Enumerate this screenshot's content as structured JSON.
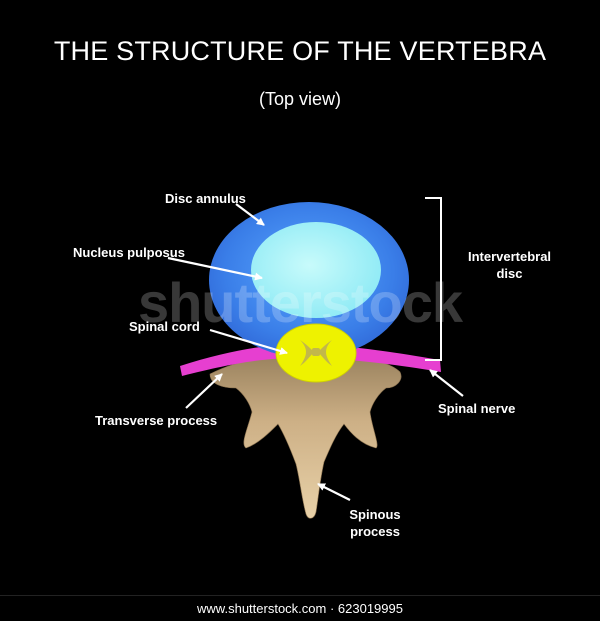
{
  "title": "THE STRUCTURE OF THE VERTEBRA",
  "subtitle": "(Top view)",
  "labels": {
    "disc_annulus": "Disc annulus",
    "nucleus_pulposus": "Nucleus pulposus",
    "spinal_cord": "Spinal cord",
    "transverse_process": "Transverse process",
    "intervertebral_line1": "Intervertebral",
    "intervertebral_line2": "disc",
    "spinal_nerve": "Spinal nerve",
    "spinous_line1": "Spinous",
    "spinous_line2": "process"
  },
  "watermark": "shutterstock",
  "credit": "www.shutterstock.com · 623019995",
  "colors": {
    "background": "#000000",
    "annulus": "#3a7ee8",
    "nucleus": "#9ff3f6",
    "spinal_cord": "#eef200",
    "nerve": "#e63fd0",
    "bone": "#c3a47a",
    "text": "#ffffff"
  }
}
